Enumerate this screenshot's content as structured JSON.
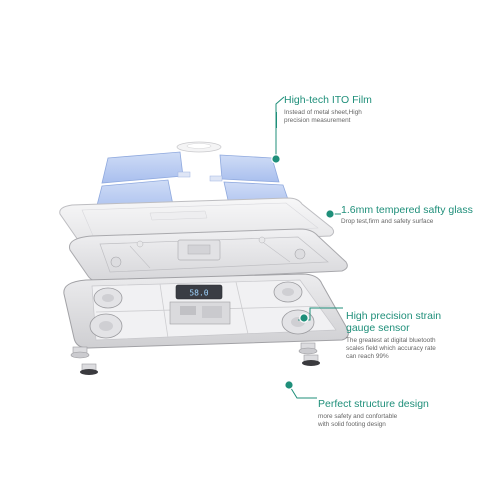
{
  "colors": {
    "accent": "#1f8f7a",
    "film": "#bcd0f3",
    "body": "#e9e9eb",
    "text_grey": "#666666"
  },
  "callouts": {
    "film": {
      "title": "High-tech ITO Film",
      "desc_lines": [
        "Instead of metal sheet,High",
        "precision measurement"
      ]
    },
    "glass": {
      "title": "1.6mm tempered safty glass",
      "desc_lines": [
        "Drop test,firm and safety surface"
      ]
    },
    "sensor": {
      "title_lines": [
        "High precision strain",
        "gauge sensor"
      ],
      "desc_lines": [
        "The greatest at digital bluetooth",
        "scales field which accuracy rate",
        "can reach 99%"
      ]
    },
    "structure": {
      "title": "Perfect structure design",
      "desc_lines": [
        "more safety and confortable",
        "with solid footing design"
      ]
    }
  },
  "display": {
    "readout": "58.0"
  }
}
